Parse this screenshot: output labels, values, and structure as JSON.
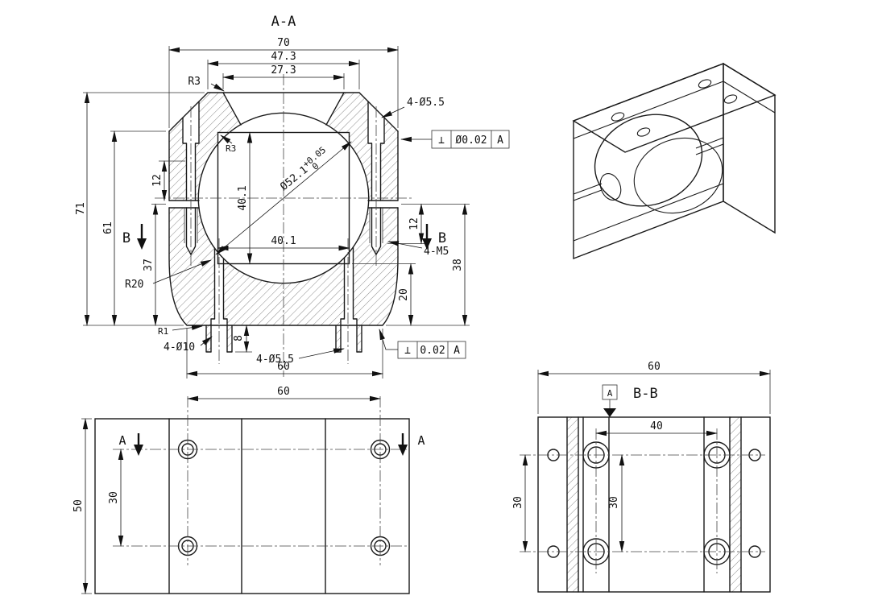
{
  "drawing": {
    "aa": {
      "title": "A-A",
      "d70": "70",
      "d47_3": "47.3",
      "d27_3": "27.3",
      "r3_top": "R3",
      "r3_bore": "R3",
      "holes_top": "4-Ø5.5",
      "fcf_top_sym": "⊥",
      "fcf_top_tol": "Ø0.02",
      "fcf_top_datum": "A",
      "d71": "71",
      "d61": "61",
      "d12_left": "12",
      "d37": "37",
      "sec_b_left": "B",
      "sec_b_right": "B",
      "d40_1_v": "40.1",
      "d40_1_h": "40.1",
      "bore_dia": "Ø52.1",
      "bore_tol_up": "+0.05",
      "bore_tol_low": "0",
      "r20": "R20",
      "d12_right": "12",
      "thread": "4-M5",
      "d38": "38",
      "d20": "20",
      "d8": "8",
      "r1": "R1",
      "holes_bottom_cb": "4-Ø10",
      "holes_bottom": "4-Ø5.5",
      "d60": "60",
      "fcf_bot_sym": "⊥",
      "fcf_bot_tol": "0.02",
      "fcf_bot_datum": "A"
    },
    "plan": {
      "d60": "60",
      "sec_a_left": "A",
      "sec_a_right": "A",
      "d50": "50",
      "d30": "30"
    },
    "bb": {
      "title": "B-B",
      "datum": "A",
      "d60": "60",
      "d40": "40",
      "d30_left": "30",
      "d30_center": "30"
    }
  }
}
